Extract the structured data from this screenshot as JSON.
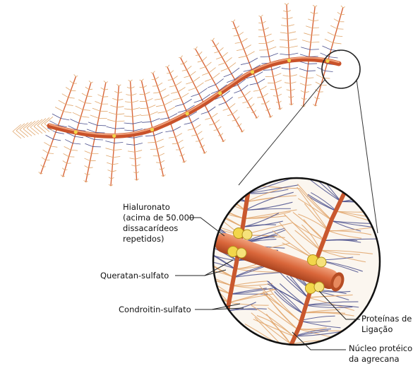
{
  "labels": {
    "hyaluronate": [
      "Hialuronato",
      "(acima de 50.000",
      "dissacarídeos",
      "repetidos)"
    ],
    "keratan": "Queratan-sulfato",
    "chondroitin": "Condroitin-sulfato",
    "link_proteins": [
      "Proteínas de",
      "Ligação"
    ],
    "core_protein": [
      "Núcleo protéico",
      "da agrecana"
    ]
  },
  "colors": {
    "hyaluronate": "#d9663a",
    "chondroitin": "#e0a56a",
    "keratan": "#4a4f8c",
    "link_protein": "#f2d64b"
  }
}
